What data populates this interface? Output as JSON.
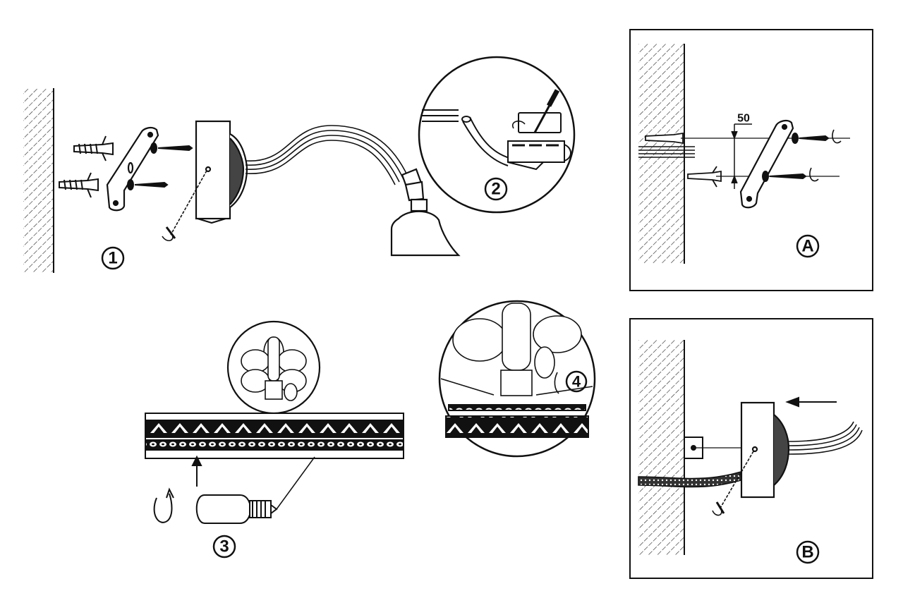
{
  "steps": {
    "step1": "1",
    "step2": "2",
    "step3": "3",
    "step4": "4"
  },
  "panels": {
    "a": {
      "label": "A",
      "dimension": "50"
    },
    "b": {
      "label": "B"
    }
  },
  "colors": {
    "ink": "#111111",
    "paper": "#ffffff",
    "hatch": "#222222"
  }
}
